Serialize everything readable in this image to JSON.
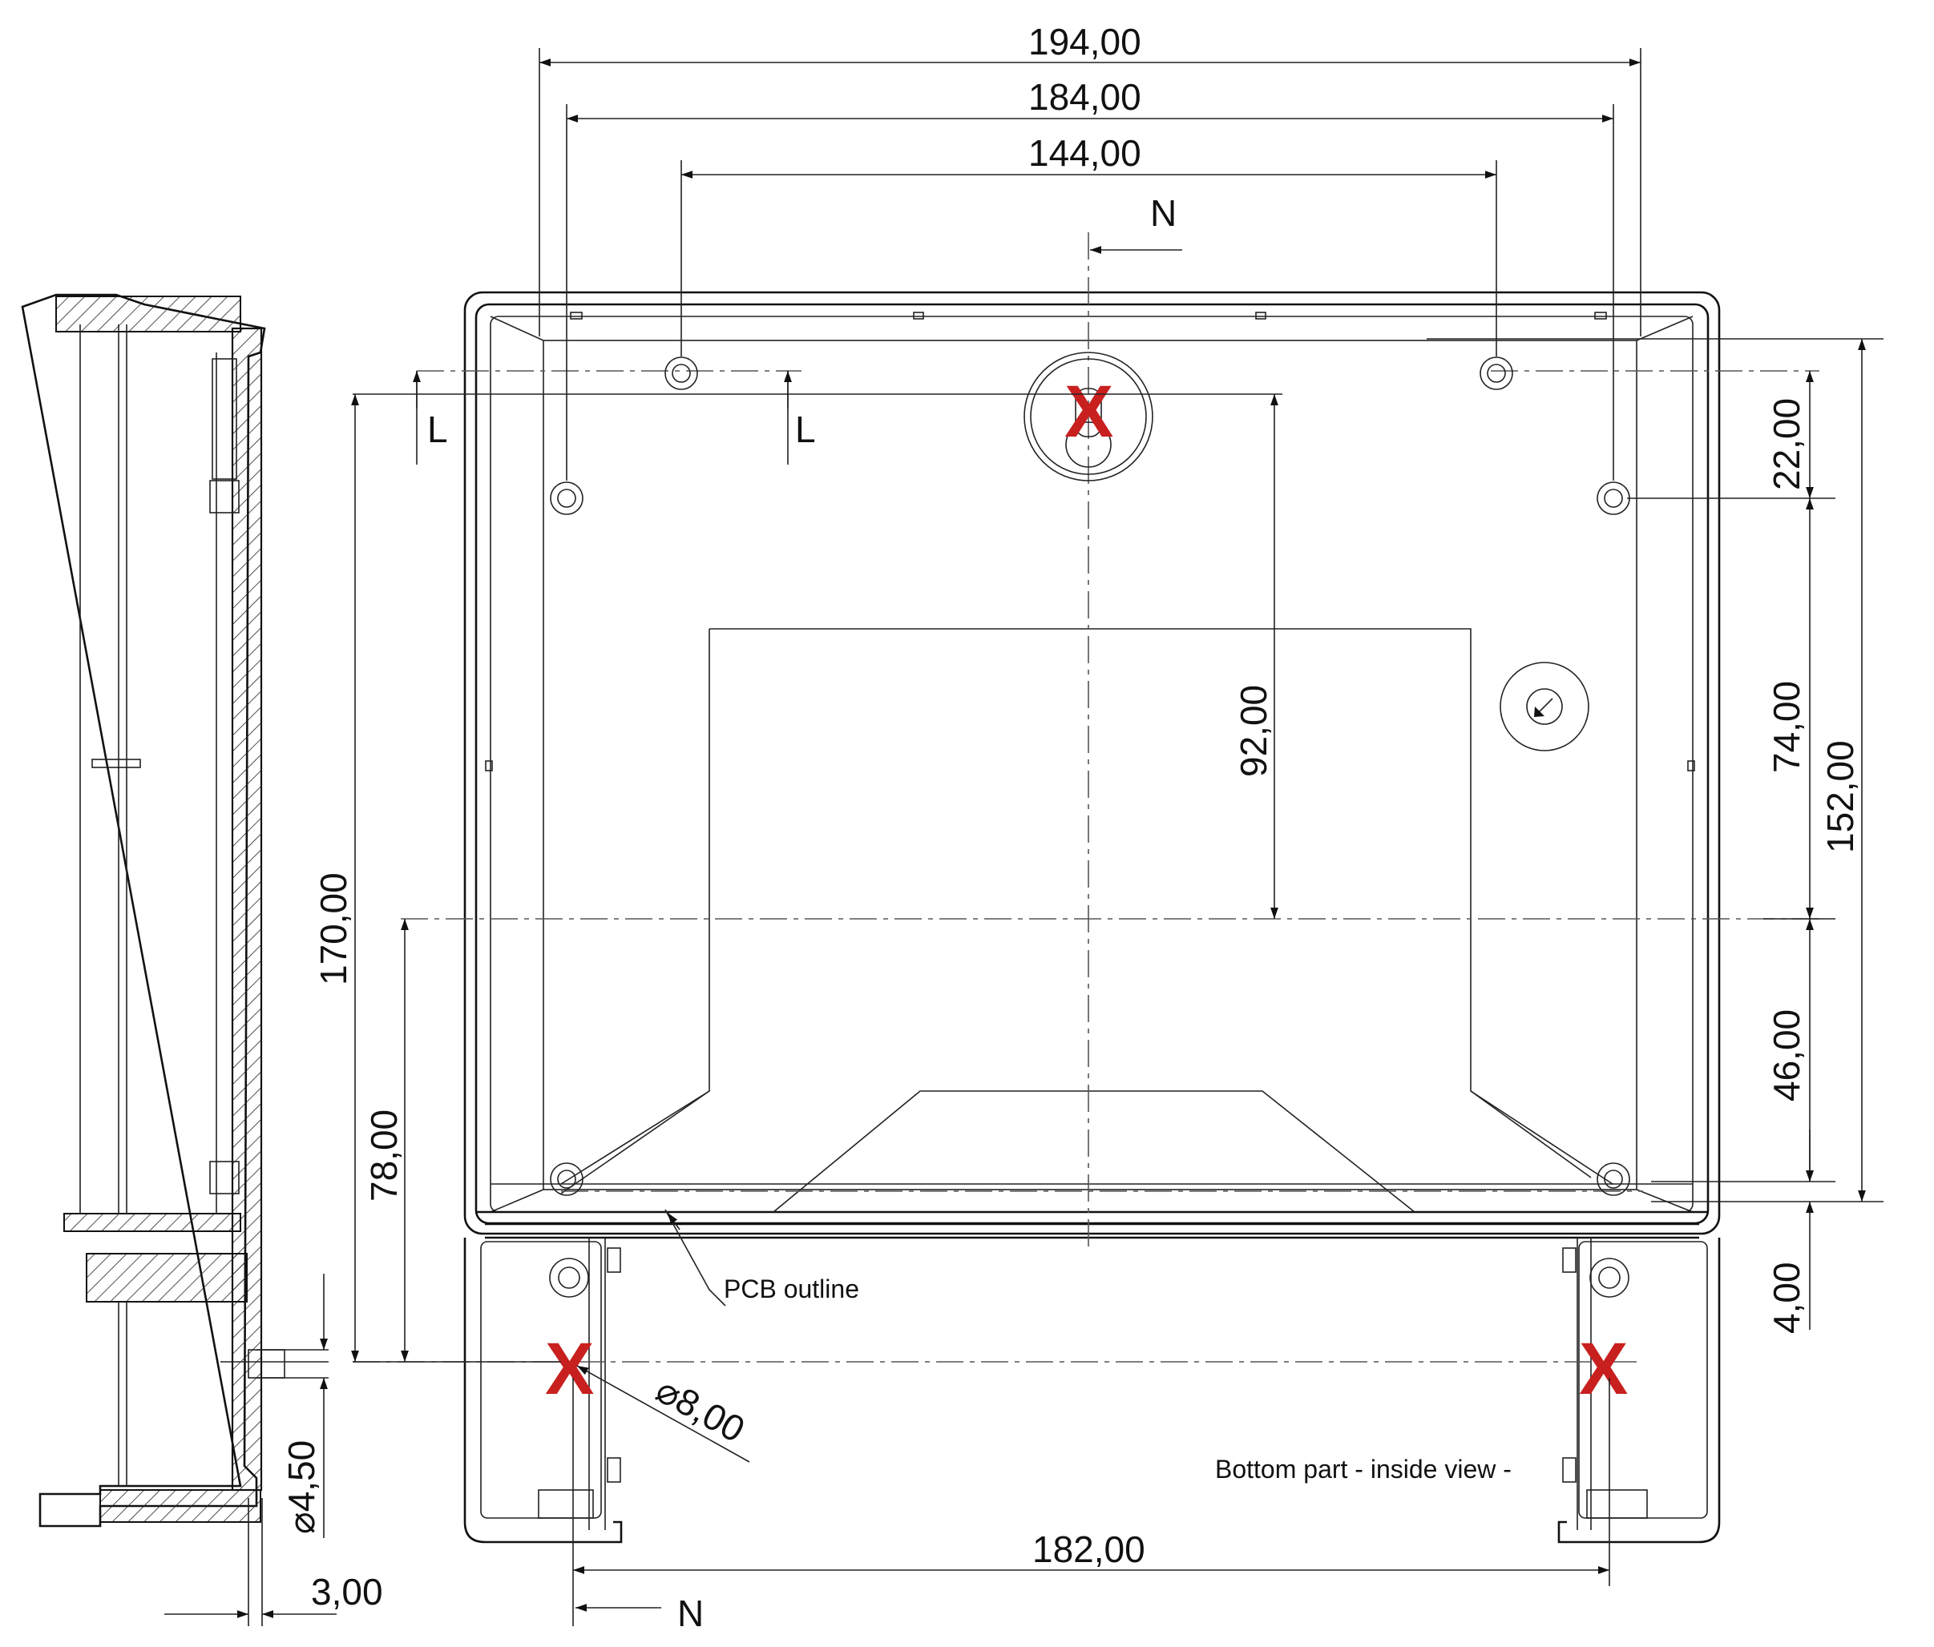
{
  "dimensions": {
    "width_194": "194,00",
    "width_184": "184,00",
    "width_144": "144,00",
    "width_182": "182,00",
    "height_170": "170,00",
    "height_78": "78,00",
    "height_92": "92,00",
    "height_22": "22,00",
    "height_74": "74,00",
    "height_152": "152,00",
    "height_46": "46,00",
    "height_4": "4,00",
    "diameter_8": "⌀8,00",
    "diameter_4_5": "⌀4,50",
    "wall_3": "3,00"
  },
  "section_labels": {
    "n_top": "N",
    "n_bottom": "N",
    "l_left": "L",
    "l_right": "L"
  },
  "annotations": {
    "pcb_outline": "PCB outline",
    "view_caption": "Bottom part - inside view -",
    "x_marker": "X"
  },
  "colors": {
    "marker_red": "#c8201f",
    "line": "#111111"
  }
}
